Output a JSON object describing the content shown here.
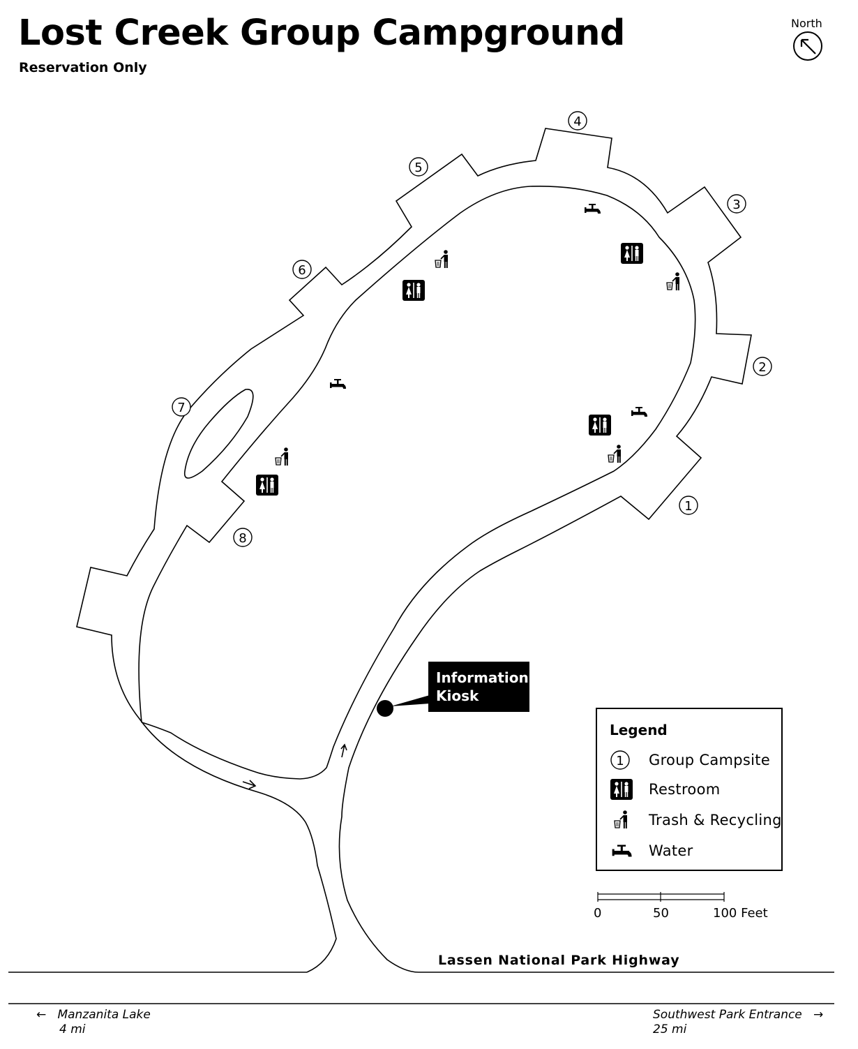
{
  "header": {
    "title": "Lost Creek Group Campground",
    "subtitle": "Reservation Only",
    "north_label": "North"
  },
  "campsites": [
    {
      "number": "1"
    },
    {
      "number": "2"
    },
    {
      "number": "3"
    },
    {
      "number": "4"
    },
    {
      "number": "5"
    },
    {
      "number": "6"
    },
    {
      "number": "7"
    },
    {
      "number": "8"
    }
  ],
  "kiosk": {
    "line1": "Information",
    "line2": "Kiosk"
  },
  "legend": {
    "title": "Legend",
    "campsite_symbol": "1",
    "items": [
      {
        "label": "Group Campsite",
        "icon": "campsite-circle-icon"
      },
      {
        "label": "Restroom",
        "icon": "restroom-icon"
      },
      {
        "label": "Trash & Recycling",
        "icon": "trash-recycling-icon"
      },
      {
        "label": "Water",
        "icon": "water-faucet-icon"
      }
    ]
  },
  "scale": {
    "labels": [
      "0",
      "50",
      "100 Feet"
    ]
  },
  "road": {
    "name": "Lassen National Park Highway"
  },
  "destinations": {
    "left": {
      "arrow": "←",
      "name": "Manzanita Lake",
      "distance": "4 mi"
    },
    "right": {
      "arrow": "→",
      "name": "Southwest Park Entrance",
      "distance": "25 mi"
    }
  }
}
